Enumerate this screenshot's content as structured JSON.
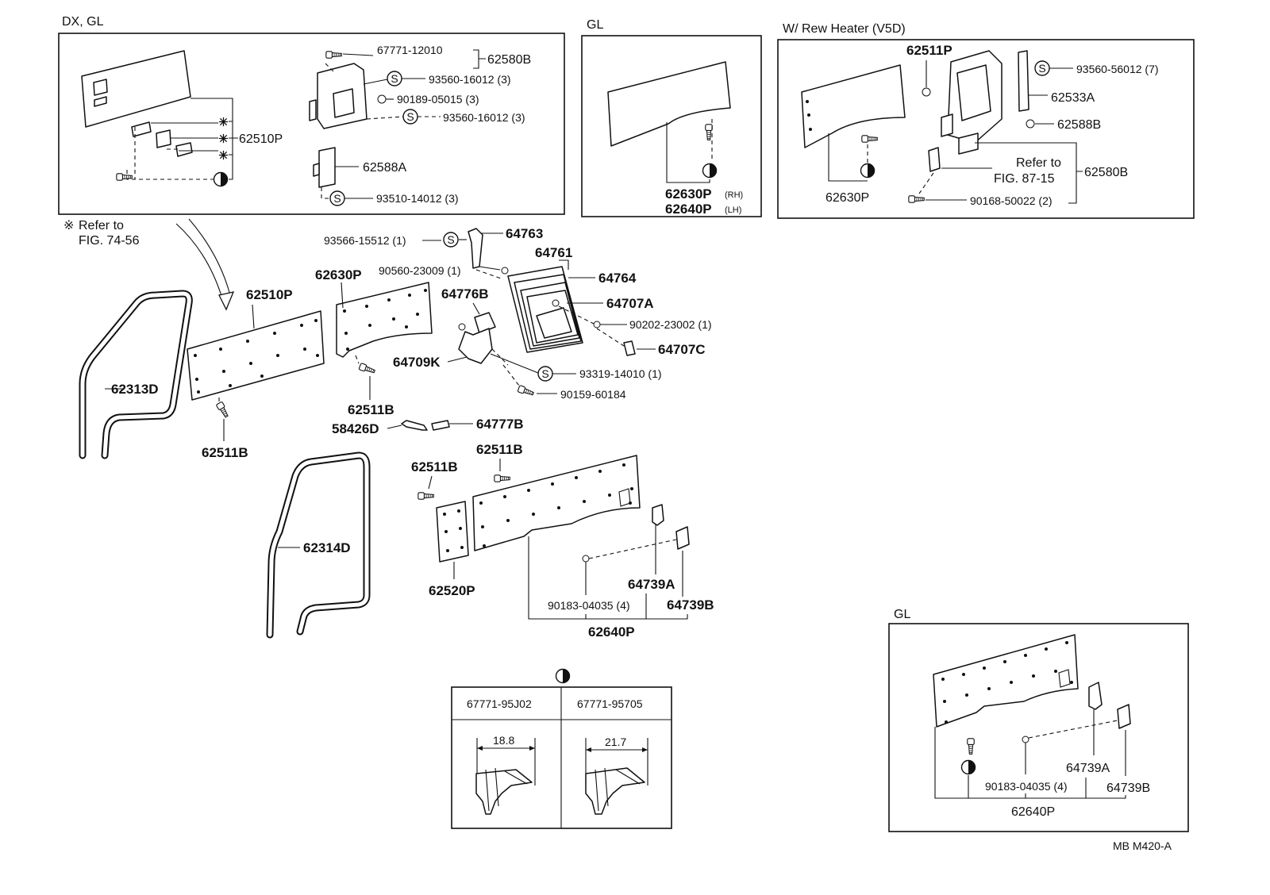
{
  "sections": {
    "dx_gl": "DX, GL",
    "gl_top": "GL",
    "rew_heater": "W/ Rew Heater (V5D)",
    "gl_bottom": "GL"
  },
  "note": {
    "mark": "※",
    "line1": "Refer to",
    "line2": "FIG. 74-56"
  },
  "s_mark": "S",
  "dx_box": {
    "clip_screw": "67771-12010",
    "assembly": "62580B",
    "screw1": "93560-16012 (3)",
    "nut": "90189-05015 (3)",
    "screw2": "93560-16012 (3)",
    "board": "62510P",
    "bracket": "62588A",
    "bracket_screw": "93510-14012 (3)"
  },
  "gl_box": {
    "rh": "62630P",
    "rh_side": "(RH)",
    "lh": "62640P",
    "lh_side": "(LH)"
  },
  "rew_box": {
    "panel": "62511P",
    "screw": "93560-56012 (7)",
    "bracket": "62533A",
    "clip": "62588B",
    "refer1": "Refer to",
    "refer2": "FIG. 87-15",
    "assembly": "62580B",
    "bolt": "90168-50022 (2)",
    "board": "62630P"
  },
  "main": {
    "screw_a": "93566-15512 (1)",
    "cover": "64763",
    "nut_a": "90560-23009 (1)",
    "boot_outer": "64761",
    "boot_mid": "64764",
    "bracket": "64776B",
    "boot_inner": "64707A",
    "washer": "90202-23002 (1)",
    "knob": "64707C",
    "hinge": "64709K",
    "screw_b": "93319-14010 (1)",
    "bolt_b": "90159-60184",
    "rod": "58426D",
    "rod_end": "64777B",
    "board_left": "62510P",
    "board_right": "62630P",
    "clip_a": "62511B",
    "clip_b": "62511B",
    "seal_front": "62313D",
    "seal_rear": "62314D",
    "clip_c": "62511B",
    "clip_d": "62511B",
    "small_panel": "62520P",
    "nut_c": "90183-04035 (4)",
    "hook_a": "64739A",
    "hook_b": "64739B",
    "rear_board": "62640P"
  },
  "clip_table": {
    "col1_part": "67771-95J02",
    "col2_part": "67771-95705",
    "col1_dim": "18.8",
    "col2_dim": "21.7"
  },
  "gl_bottom_box": {
    "hook_a": "64739A",
    "nut": "90183-04035 (4)",
    "hook_b": "64739B",
    "board": "62640P"
  },
  "footer_code": "MB  M420-A"
}
